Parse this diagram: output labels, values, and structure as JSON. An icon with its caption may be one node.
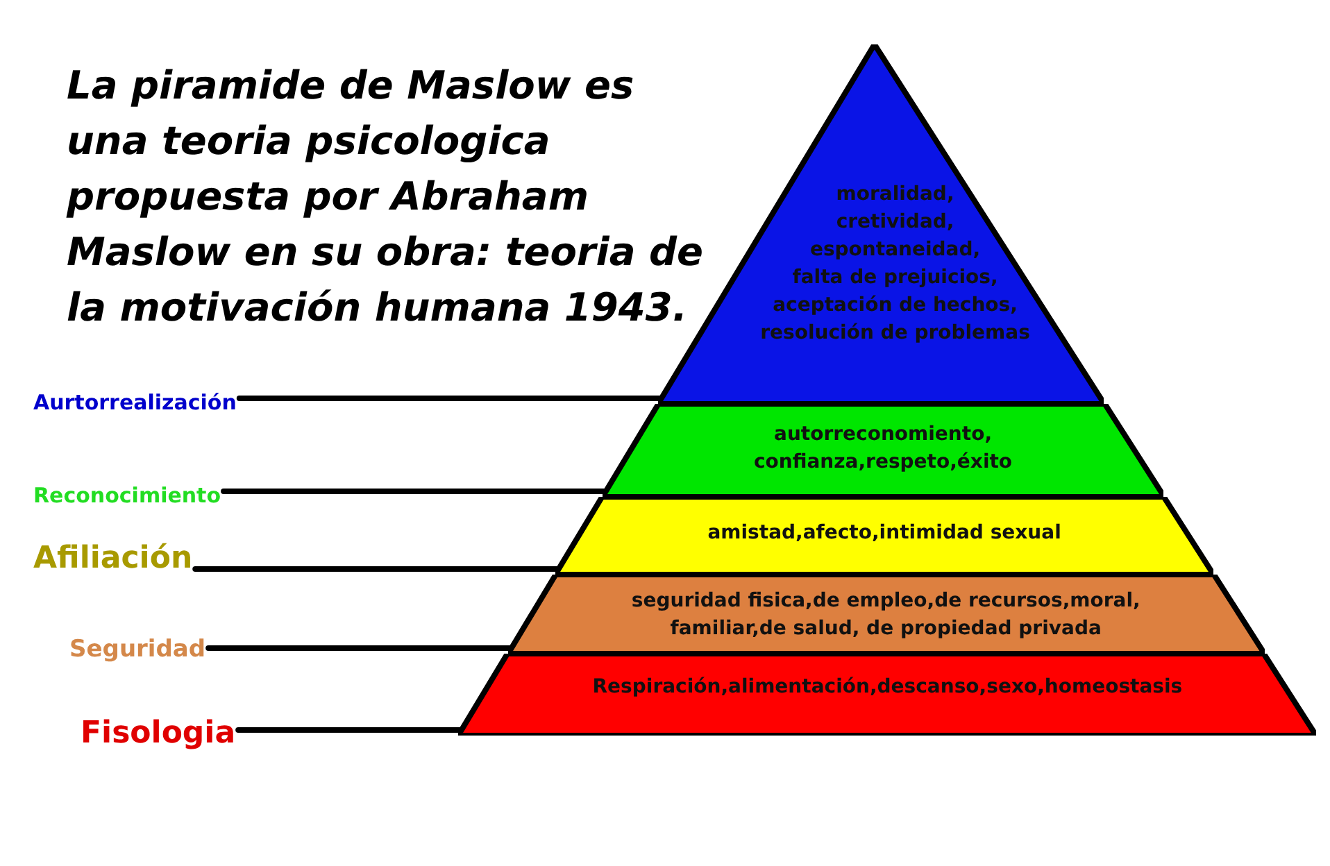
{
  "diagram": {
    "title": "La piramide de Maslow es una teoria psicologica propuesta por Abraham Maslow en su obra: teoria de la motivación humana 1943.",
    "nodes": [
      {
        "text": [
          "moralidad, cretividad, espontaneidad, falta de prejuicios, aceptación de hechos, resolución de problemas"
        ]
      },
      {
        "text": [
          "autorreconomiento, confianza,respeto,éxito"
        ]
      },
      {
        "text": [
          "amistad,afecto,intimidad sexual"
        ]
      },
      {
        "text": [
          "seguridad fisica,de empleo,de recursos,moral, familiar,de salud, de propiedad privada"
        ]
      },
      {
        "text": [
          "Respiración,alimentación,descanso,sexo,homeostasis"
        ]
      },
      {
        "text": [
          "Aurtorrealización"
        ]
      },
      {
        "text": [
          "Reconocimiento"
        ]
      },
      {
        "text": [
          "Afiliación"
        ]
      },
      {
        "text": [
          "Seguridad"
        ]
      },
      {
        "text": [
          "Fisologia"
        ]
      }
    ],
    "edges": [
      {
        "from": 5,
        "to": 0,
        "arrow": "none"
      },
      {
        "from": 6,
        "to": 1,
        "arrow": "none"
      },
      {
        "from": 7,
        "to": 2,
        "arrow": "none"
      },
      {
        "from": 8,
        "to": 3,
        "arrow": "none"
      },
      {
        "from": 9,
        "to": 4,
        "arrow": "none"
      }
    ]
  }
}
